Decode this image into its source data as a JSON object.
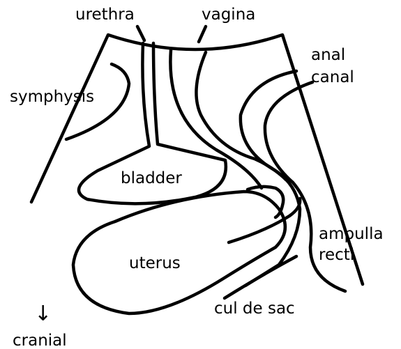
{
  "labels": {
    "urethra": "urethra",
    "vagina": "vagina",
    "anal_canal_line1": "anal",
    "anal_canal_line2": "canal",
    "symphysis": "symphysis",
    "bladder": "bladder",
    "ampulla_recti_line1": "ampulla",
    "ampulla_recti_line2": "recti",
    "uterus": "uterus",
    "cul_de_sac": "cul de sac",
    "direction_arrow": "↓",
    "cranial": "cranial"
  },
  "colors": {
    "stroke": "#000000",
    "background": "#ffffff"
  }
}
